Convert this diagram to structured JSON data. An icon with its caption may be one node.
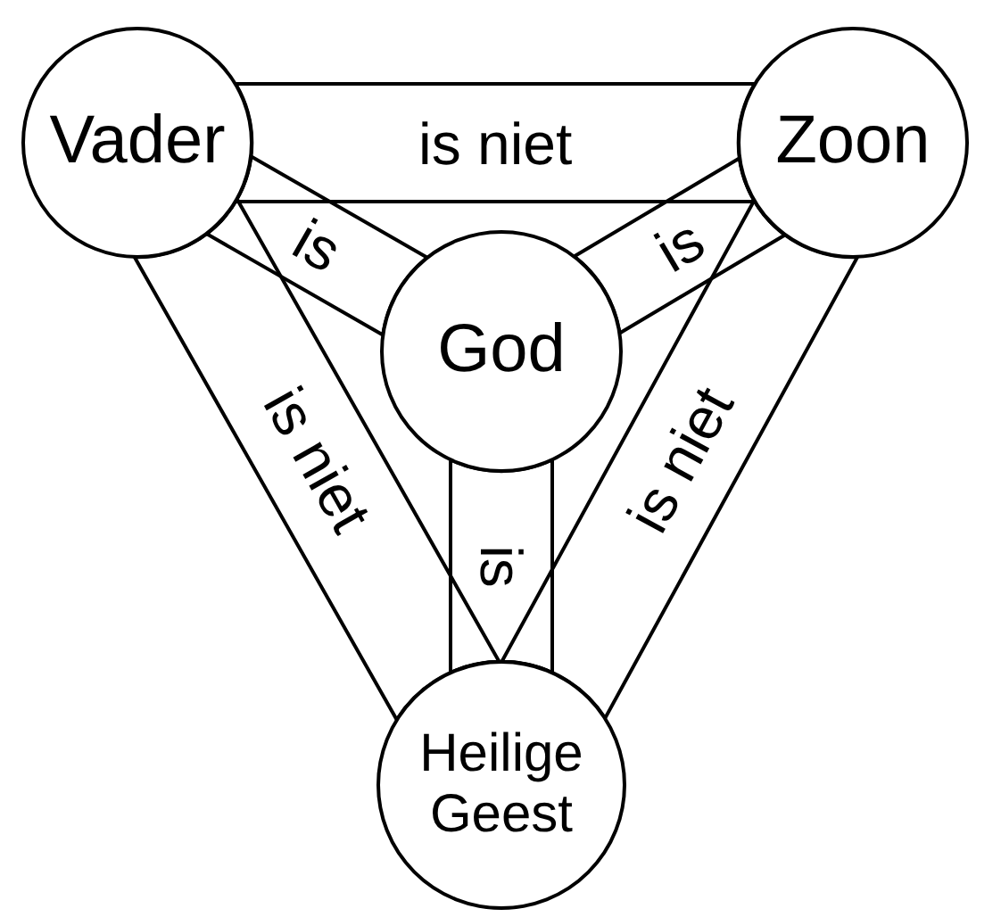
{
  "diagram": {
    "nodes": [
      {
        "text": [
          "Vader"
        ]
      },
      {
        "text": [
          "Zoon"
        ]
      },
      {
        "text": [
          "God"
        ]
      },
      {
        "text": [
          "Heilige Geest"
        ]
      }
    ],
    "edges": [
      {
        "from": 0,
        "to": 1,
        "arrow": "none",
        "label": "is niet"
      },
      {
        "from": 0,
        "to": 2,
        "arrow": "none",
        "label": "is"
      },
      {
        "from": 1,
        "to": 2,
        "arrow": "none",
        "label": "is"
      },
      {
        "from": 0,
        "to": 3,
        "arrow": "none",
        "label": "is niet"
      },
      {
        "from": 2,
        "to": 3,
        "arrow": "none",
        "label": "is"
      },
      {
        "from": 1,
        "to": 3,
        "arrow": "none",
        "label": "is niet"
      }
    ]
  }
}
